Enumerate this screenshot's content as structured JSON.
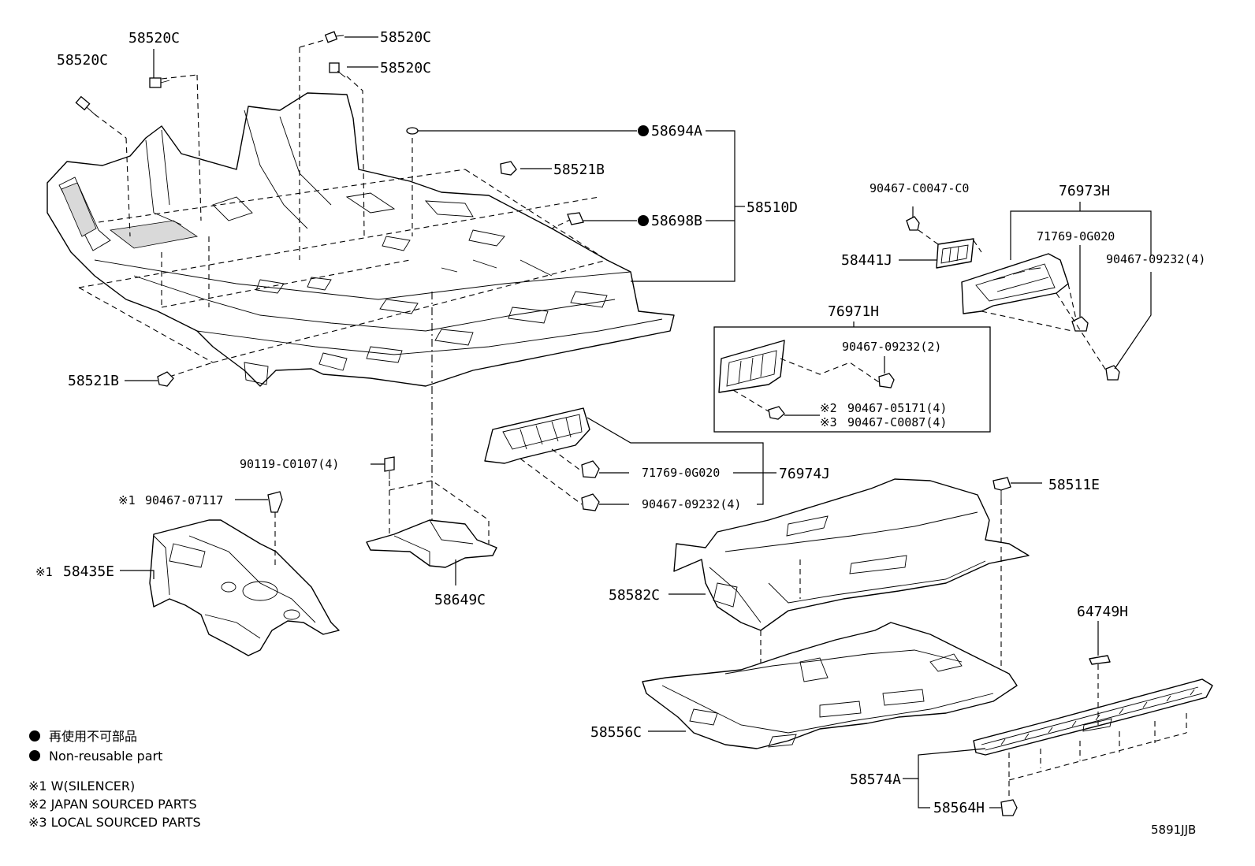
{
  "part_labels": {
    "p_58520C_a": "58520C",
    "p_58520C_b": "58520C",
    "p_58520C_c": "58520C",
    "p_58520C_d": "58520C",
    "p_58694A": "58694A",
    "p_58521B_a": "58521B",
    "p_58698B": "58698B",
    "p_58510D": "58510D",
    "p_58521B_b": "58521B",
    "p_90467_C0047": "90467-C0047-C0",
    "p_76973H": "76973H",
    "p_71769_a": "71769-0G020",
    "p_90467_09232_4a": "90467-09232(4)",
    "p_58441J": "58441J",
    "p_76971H": "76971H",
    "p_90467_09232_2": "90467-09232(2)",
    "p_90467_05171": "90467-05171(4)",
    "p_90467_C0087": "90467-C0087(4)",
    "p_90119_C0107": "90119-C0107(4)",
    "p_71769_b": "71769-0G020",
    "p_76974J": "76974J",
    "p_90467_09232_4b": "90467-09232(4)",
    "p_90467_07117": "90467-07117",
    "p_58435E": "58435E",
    "p_58649C": "58649C",
    "p_58511E": "58511E",
    "p_58582C": "58582C",
    "p_64749H": "64749H",
    "p_58556C": "58556C",
    "p_58574A": "58574A",
    "p_58564H": "58564H"
  },
  "markers": {
    "note1": "※1",
    "note2": "※2",
    "note3": "※3"
  },
  "legend": {
    "jp_text": "再使用不可部品",
    "en_text": "Non-reusable part",
    "note1_text": "※1 W(SILENCER)",
    "note2_text": "※2 JAPAN SOURCED PARTS",
    "note3_text": "※3 LOCAL SOURCED PARTS"
  },
  "diagram_code": "5891JJB"
}
